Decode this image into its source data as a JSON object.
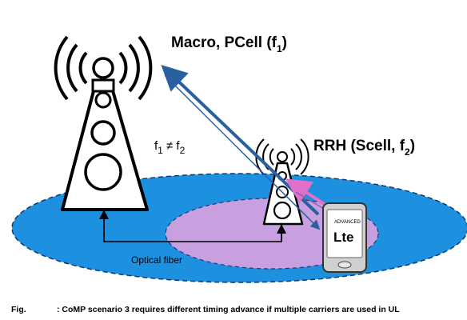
{
  "labels": {
    "macro_main": "Macro, PCell (f",
    "macro_sub": "1",
    "macro_close": ")",
    "rrh_main": "RRH (Scell, f",
    "rrh_sub": "2",
    "rrh_close": ")",
    "freq_f1": "f",
    "freq_sub1": "1",
    "freq_neq": " ≠ f",
    "freq_sub2": "2",
    "fiber": "Optical fiber",
    "phone_logo": "Lte",
    "phone_logo_small": "ADVANCED"
  },
  "caption": {
    "prefix": "Fig.",
    "text": ": CoMP scenario 3 requires different timing advance if multiple carriers are used in UL"
  },
  "colors": {
    "macro_cell": "#1e90e0",
    "small_cell": "#c8a0e0",
    "dl_arrow": "#2a5fa0",
    "ul_arrow": "#e070c8",
    "logo_red": "#d02020"
  }
}
